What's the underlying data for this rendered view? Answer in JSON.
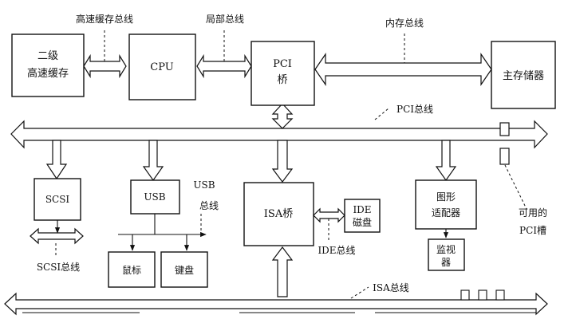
{
  "boxes": {
    "l2_cache": [
      "二级",
      "高速缓存"
    ],
    "cpu": "CPU",
    "pci_bridge": [
      "PCI",
      "桥"
    ],
    "main_memory": "主存储器",
    "scsi": "SCSI",
    "usb": "USB",
    "isa_bridge": "ISA桥",
    "ide_disk": [
      "IDE",
      "磁盘"
    ],
    "graphics_adapter": [
      "图形",
      "适配器"
    ],
    "mouse": "鼠标",
    "keyboard": "键盘",
    "monitor": [
      "监视",
      "器"
    ]
  },
  "labels": {
    "cache_bus": "高速缓存总线",
    "local_bus": "局部总线",
    "memory_bus": "内存总线",
    "pci_bus": "PCI总线",
    "usb_bus": [
      "USB",
      "总线"
    ],
    "ide_bus": "IDE总线",
    "scsi_bus": "SCSI总线",
    "isa_bus": "ISA总线",
    "available_pci_slot": [
      "可用的",
      "PCI槽"
    ]
  }
}
